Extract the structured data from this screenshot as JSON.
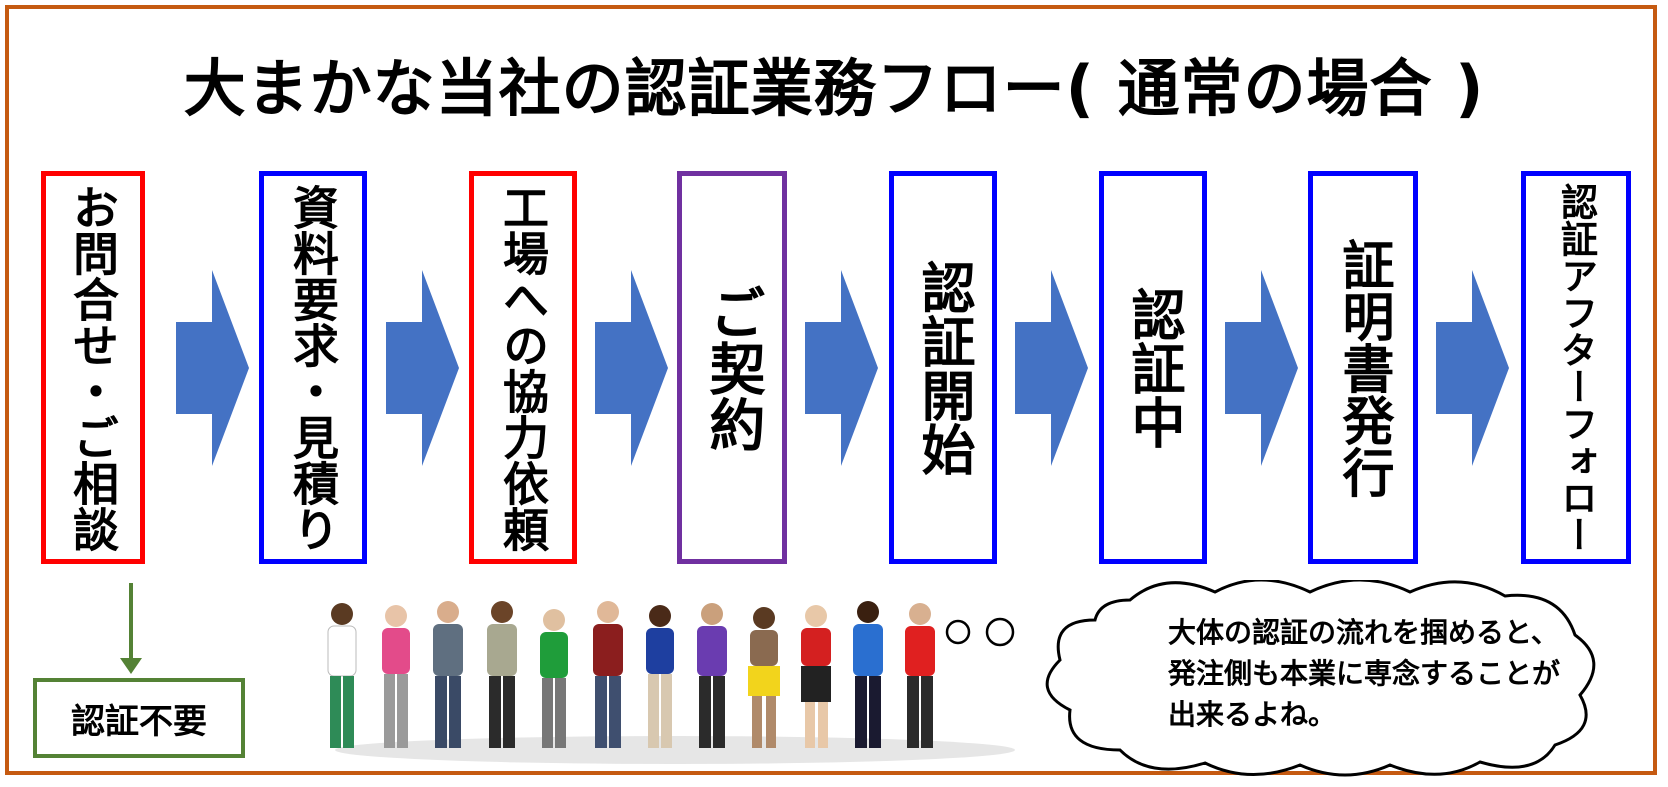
{
  "title": "大まかな当社の認証業務フロー( 通常の場合 )",
  "steps": [
    {
      "label": "お問合せ・ご相談",
      "border": "#ff0000"
    },
    {
      "label": "資料要求・見積り",
      "border": "#0000ff"
    },
    {
      "label": "工場への協力依頼",
      "border": "#ff0000"
    },
    {
      "label": "ご契約",
      "border": "#7030a0"
    },
    {
      "label": "認証開始",
      "border": "#0000ff"
    },
    {
      "label": "認証中",
      "border": "#0000ff"
    },
    {
      "label": "証明書発行",
      "border": "#0000ff"
    },
    {
      "label": "認証アフターフォロー",
      "border": "#0000ff"
    }
  ],
  "branch": {
    "label": "認証不要",
    "color": "#548235"
  },
  "bubble": {
    "lines": [
      "大体の認証の流れを掴めると、",
      "発注側も本業に専念することが",
      "出来るよね。"
    ]
  },
  "colors": {
    "frame": "#c55a11",
    "arrow": "#4472c4"
  }
}
